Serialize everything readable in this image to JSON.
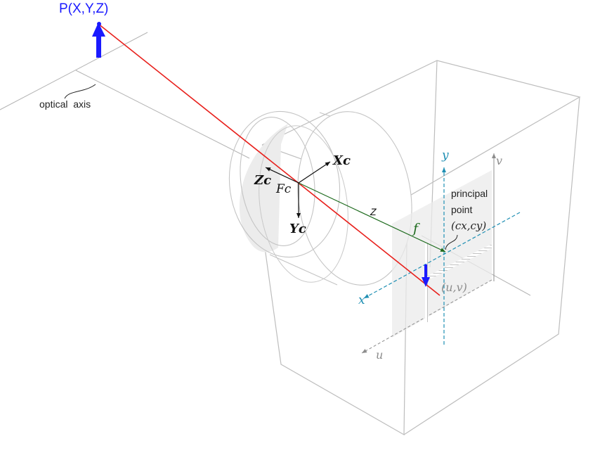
{
  "labels": {
    "point": "P(X,Y,Z)",
    "optical_axis": "optical  axis",
    "xc": "Xc",
    "zc": "Zc",
    "yc": "Yc",
    "fc": "Fc",
    "z": "Z",
    "f": "f",
    "y": "y",
    "x": "x",
    "v": "v",
    "u": "u",
    "principal_line1": "principal",
    "principal_line2": "point",
    "principal_coords": "(cx,cy)",
    "uv": "(u,v)"
  },
  "colors": {
    "ray": "#e8201c",
    "point": "#1a1aff",
    "image_axes": "#1f8fb3",
    "pixel_axes": "#8c8c8c",
    "focal": "#1e6b1e",
    "camera_lines": "#bdbdbd"
  }
}
